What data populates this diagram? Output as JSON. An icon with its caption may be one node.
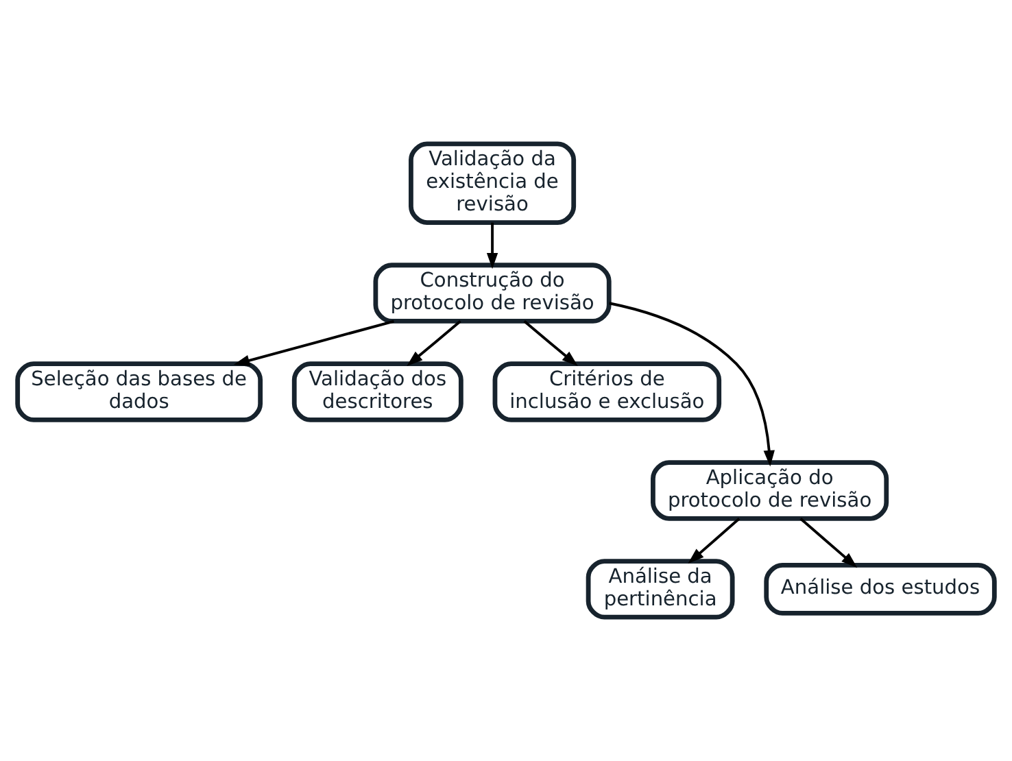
{
  "diagram": {
    "nodes": [
      {
        "text": [
          "Validação da existência de revisão"
        ]
      },
      {
        "text": [
          "Construção do protocolo de revisão"
        ]
      },
      {
        "text": [
          "Seleção das bases de dados"
        ]
      },
      {
        "text": [
          "Validação dos descritores"
        ]
      },
      {
        "text": [
          "Critérios de inclusão e exclusão"
        ]
      },
      {
        "text": [
          "Aplicação do protocolo de revisão"
        ]
      },
      {
        "text": [
          "Análise da pertinência"
        ]
      },
      {
        "text": [
          "Análise dos estudos"
        ]
      }
    ],
    "edges": [
      {
        "from": 0,
        "to": 1,
        "arrow": "to"
      },
      {
        "from": 1,
        "to": 2,
        "arrow": "to"
      },
      {
        "from": 1,
        "to": 3,
        "arrow": "to"
      },
      {
        "from": 1,
        "to": 4,
        "arrow": "to"
      },
      {
        "from": 1,
        "to": 5,
        "arrow": "to"
      },
      {
        "from": 5,
        "to": 6,
        "arrow": "to"
      },
      {
        "from": 5,
        "to": 7,
        "arrow": "to"
      }
    ]
  }
}
